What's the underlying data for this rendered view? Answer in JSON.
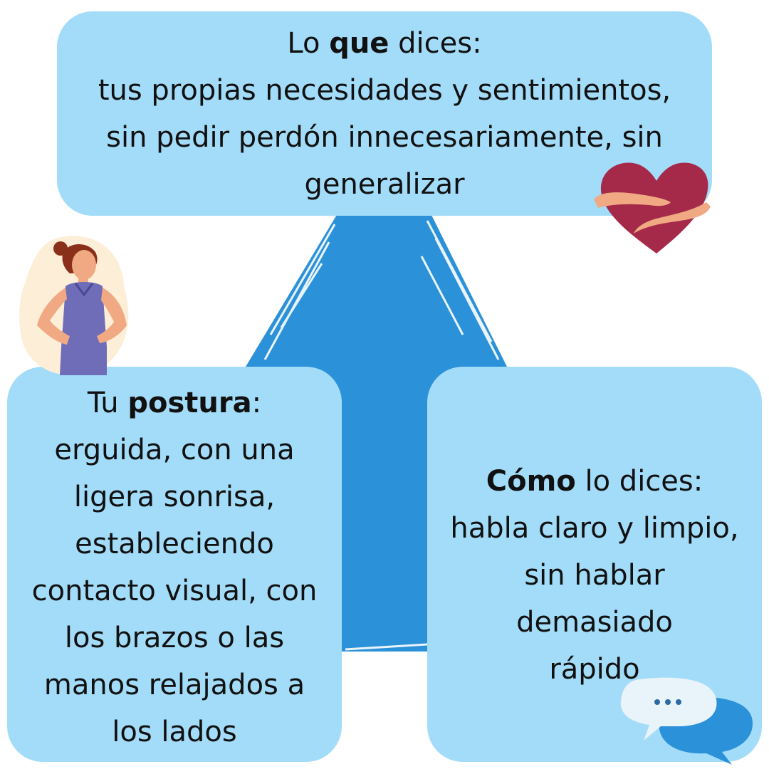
{
  "colors": {
    "box_fill": "#a3dcf9",
    "triangle_fill": "#2b91d9",
    "text": "#111111",
    "heart": "#a52a4a",
    "skin": "#f0a982",
    "shirt": "#6f6db8",
    "hair": "#8a2f1a"
  },
  "top_box": {
    "lead_pre": "Lo ",
    "lead_bold": "que",
    "lead_post": " dices:",
    "line1": "tus propias necesidades y sentimientos,",
    "line2": "sin pedir perdón innecesariamente, sin",
    "line3": "generalizar"
  },
  "left_box": {
    "lead_pre": "Tu ",
    "lead_bold": "postura",
    "lead_post": ":",
    "line1": "erguida, con una",
    "line2": "ligera sonrisa,",
    "line3": "estableciendo",
    "line4": "contacto visual, con",
    "line5": "los brazos o las",
    "line6": "manos relajados a",
    "line7": "los lados"
  },
  "right_box": {
    "lead_bold": "Cómo",
    "lead_post": " lo dices:",
    "line1": "habla claro y limpio,",
    "line2": "sin hablar",
    "line3": "demasiado",
    "line4": "rápido"
  },
  "icons": {
    "triangle": "brush-triangle",
    "woman": "confident-woman-illustration",
    "heart": "heart-hug-icon",
    "bubbles": "chat-bubbles-icon"
  }
}
